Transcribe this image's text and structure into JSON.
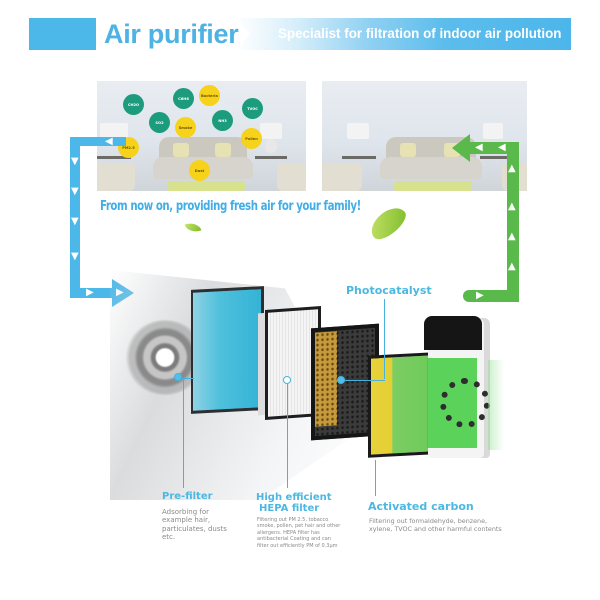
{
  "header": {
    "title": "Air purifier",
    "subtitle": "Specialist for filtration of indoor air pollution",
    "accent_color": "#4cb8ea"
  },
  "rooms": [
    {
      "name": "polluted-room",
      "badges": [
        {
          "label": "CH2O",
          "color": "green"
        },
        {
          "label": "SO2",
          "color": "green"
        },
        {
          "label": "C6H6",
          "color": "green"
        },
        {
          "label": "Bacteria",
          "color": "yellow"
        },
        {
          "label": "Smoke",
          "color": "yellow"
        },
        {
          "label": "NH3",
          "color": "green"
        },
        {
          "label": "TVOC",
          "color": "green"
        },
        {
          "label": "Pollen",
          "color": "yellow"
        },
        {
          "label": "Dust",
          "color": "yellow"
        },
        {
          "label": "PM2.5",
          "color": "yellow"
        }
      ]
    },
    {
      "name": "clean-room"
    }
  ],
  "tagline": "From now on, providing fresh air for your family!",
  "flow": {
    "inlet_color": "#4cb8ea",
    "outlet_color": "#59b94a"
  },
  "callouts": {
    "photocatalyst": {
      "title": "Photocatalyst"
    },
    "prefilter": {
      "title": "Pre-filter",
      "description": "Adsorbing for example hair, particulates, dusts etc."
    },
    "hepa": {
      "title_line1": "High efficient",
      "title_line2": "HEPA filter",
      "description": "Filtering out PM 2.5, tobacco smoke, pollen, pet hair and other allergens. HEPA filter has antibacterial Coating and can filter out efficiently PM of 0.3μm"
    },
    "carbon": {
      "title": "Activated carbon",
      "description": "Filtering out formaldehyde, benzene, xylene, TVOC and other harmful contents"
    }
  }
}
